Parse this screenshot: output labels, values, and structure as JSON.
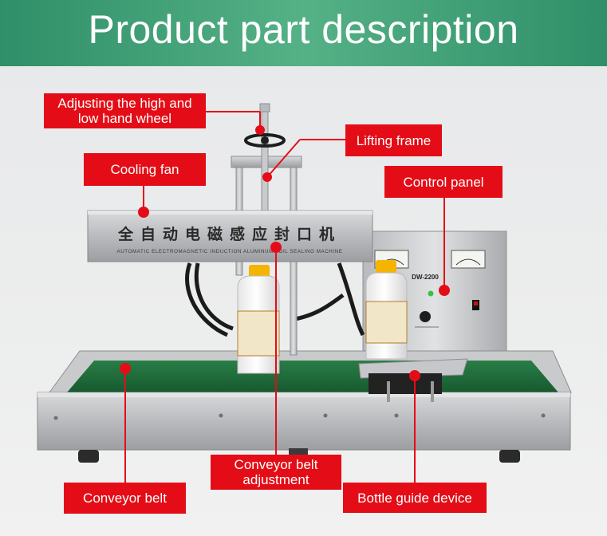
{
  "banner": {
    "title": "Product part description"
  },
  "machine": {
    "chinese_name": "全自动电磁感应封口机",
    "english_name": "AUTOMATIC ELECTROMAGNETIC INDUCTION ALUMINUM FOIL SEALING MACHINE",
    "model": "DW-2200"
  },
  "labels": {
    "hand_wheel": "Adjusting the high and low hand wheel",
    "lifting_frame": "Lifting frame",
    "cooling_fan": "Cooling fan",
    "control_panel": "Control panel",
    "conveyor_belt_adjustment": "Conveyor belt adjustment",
    "conveyor_belt": "Conveyor belt",
    "bottle_guide": "Bottle guide device"
  },
  "colors": {
    "label_bg": "#e40d17",
    "banner": "#4aa77b",
    "belt": "#1f6b3a"
  }
}
